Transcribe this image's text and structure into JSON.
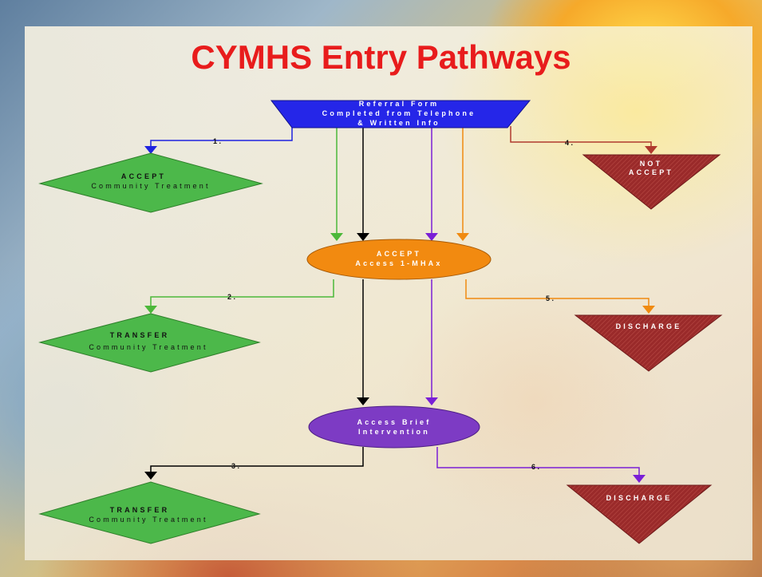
{
  "title": "CYMHS Entry Pathways",
  "nodes": {
    "referral": {
      "line1": "Referral Form",
      "line2": "Completed from Telephone",
      "line3": "& Written Info"
    },
    "accept_community": {
      "line1": "ACCEPT",
      "line2": "Community Treatment"
    },
    "not_accept": {
      "line1": "NOT",
      "line2": "ACCEPT"
    },
    "accept_access": {
      "line1": "ACCEPT",
      "line2": "Access 1-MHAx"
    },
    "transfer_2": {
      "line1": "TRANSFER",
      "line2": "Community Treatment"
    },
    "discharge_5": {
      "line1": "DISCHARGE"
    },
    "brief": {
      "line1": "Access Brief",
      "line2": "Intervention"
    },
    "transfer_3": {
      "line1": "TRANSFER",
      "line2": "Community Treatment"
    },
    "discharge_6": {
      "line1": "DISCHARGE"
    }
  },
  "pathways": [
    {
      "number": "1 .",
      "color": "#1f23e0"
    },
    {
      "number": "2 .",
      "color": "#4cb83a"
    },
    {
      "number": "3 .",
      "color": "#000000"
    },
    {
      "number": "4 .",
      "color": "#b03a2e"
    },
    {
      "number": "5 .",
      "color": "#f08a10"
    },
    {
      "number": "6 .",
      "color": "#7a1fd6"
    }
  ],
  "colors": {
    "title": "#e81c1c",
    "referral_fill": "#2526e8",
    "diamond_fill": "#4cb84a",
    "triangle_fill": "#9a2a2a",
    "access_fill": "#f28a10",
    "brief_fill": "#7d3bc4"
  }
}
